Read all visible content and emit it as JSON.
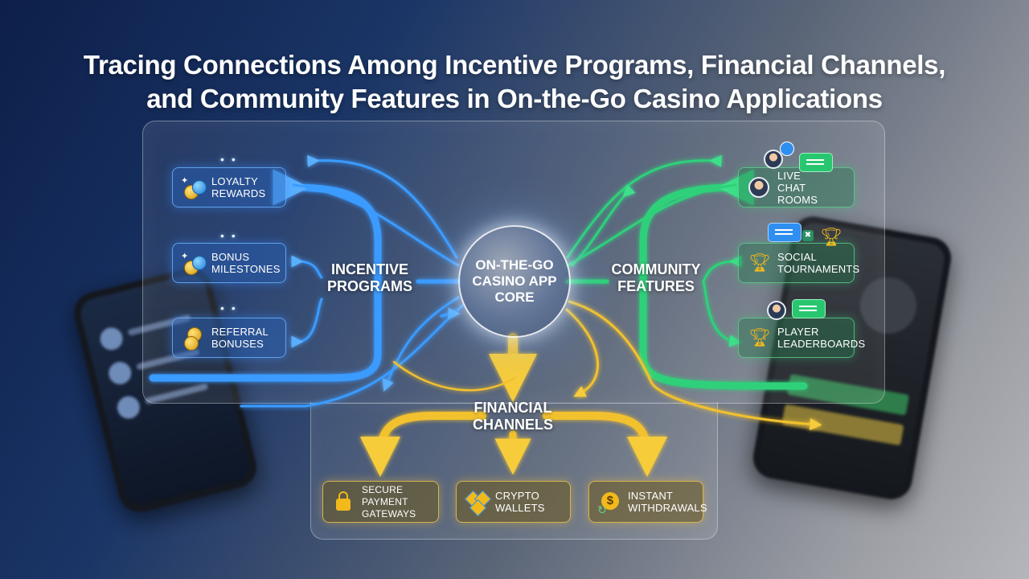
{
  "title": {
    "line1": "Tracing Connections Among Incentive Programs, Financial Channels,",
    "line2": "and Community Features in On-the-Go Casino Applications"
  },
  "hub": {
    "line1": "ON-THE-GO",
    "line2": "CASINO APP",
    "line3": "CORE"
  },
  "categories": {
    "incentive": {
      "line1": "INCENTIVE",
      "line2": "PROGRAMS"
    },
    "community": {
      "line1": "COMMUNITY",
      "line2": "FEATURES"
    },
    "financial": {
      "line1": "FINANCIAL",
      "line2": "CHANNELS"
    }
  },
  "incentive_nodes": [
    {
      "line1": "LOYALTY",
      "line2": "REWARDS",
      "icon": "coins-sparkle-icon"
    },
    {
      "line1": "BONUS",
      "line2": "MILESTONES",
      "icon": "coins-sparkle-icon"
    },
    {
      "line1": "REFERRAL",
      "line2": "BONUSES",
      "icon": "coins-icon"
    }
  ],
  "community_nodes": [
    {
      "line1": "LIVE",
      "line2": "CHAT ROOMS",
      "icon": "avatar-chat-icon"
    },
    {
      "line1": "SOCIAL",
      "line2": "TOURNAMENTS",
      "icon": "trophy-icon"
    },
    {
      "line1": "PLAYER",
      "line2": "LEADERBOARDS",
      "icon": "trophy-icon"
    }
  ],
  "financial_nodes": [
    {
      "line1": "SECURE PAYMENT",
      "line2": "GATEWAYS",
      "icon": "lock-icon"
    },
    {
      "line1": "CRYPTO",
      "line2": "WALLETS",
      "icon": "crypto-icon"
    },
    {
      "line1": "INSTANT",
      "line2": "WITHDRAWALS",
      "icon": "dollar-icon"
    }
  ],
  "colors": {
    "incentive": "#3a9bff",
    "community": "#2fd17a",
    "financial": "#f2c12e"
  }
}
